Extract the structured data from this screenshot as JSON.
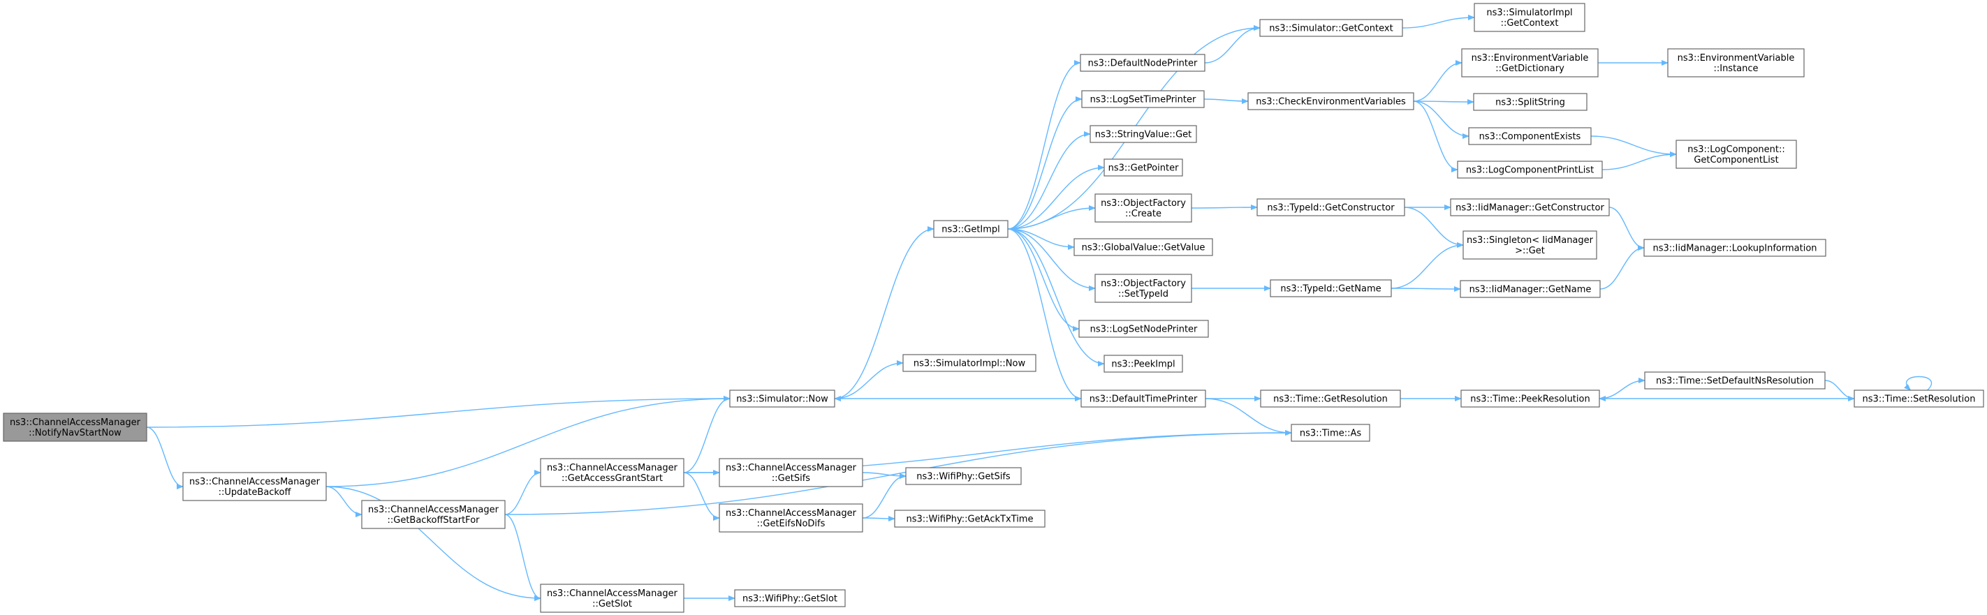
{
  "nodes": [
    {
      "id": "notify",
      "lines": [
        "ns3::ChannelAccessManager",
        "::NotifyNavStartNow"
      ],
      "root": true
    },
    {
      "id": "updBackoff",
      "lines": [
        "ns3::ChannelAccessManager",
        "::UpdateBackoff"
      ]
    },
    {
      "id": "getBackoffStartFor",
      "lines": [
        "ns3::ChannelAccessManager",
        "::GetBackoffStartFor"
      ]
    },
    {
      "id": "getAccessGrantStart",
      "lines": [
        "ns3::ChannelAccessManager",
        "::GetAccessGrantStart"
      ]
    },
    {
      "id": "getSifs",
      "lines": [
        "ns3::ChannelAccessManager",
        "::GetSifs"
      ]
    },
    {
      "id": "getEifsNoDifs",
      "lines": [
        "ns3::ChannelAccessManager",
        "::GetEifsNoDifs"
      ]
    },
    {
      "id": "getSlot",
      "lines": [
        "ns3::ChannelAccessManager",
        "::GetSlot"
      ]
    },
    {
      "id": "simNow",
      "lines": [
        "ns3::Simulator::Now"
      ]
    },
    {
      "id": "simImplNow",
      "lines": [
        "ns3::SimulatorImpl::Now"
      ]
    },
    {
      "id": "getImpl",
      "lines": [
        "ns3::GetImpl"
      ]
    },
    {
      "id": "wifiGetSifs",
      "lines": [
        "ns3::WifiPhy::GetSifs"
      ]
    },
    {
      "id": "wifiGetAckTxTime",
      "lines": [
        "ns3::WifiPhy::GetAckTxTime"
      ]
    },
    {
      "id": "wifiGetSlot",
      "lines": [
        "ns3::WifiPhy::GetSlot"
      ]
    },
    {
      "id": "defNodePrinter",
      "lines": [
        "ns3::DefaultNodePrinter"
      ]
    },
    {
      "id": "logSetTimePrinter",
      "lines": [
        "ns3::LogSetTimePrinter"
      ]
    },
    {
      "id": "stringValueGet",
      "lines": [
        "ns3::StringValue::Get"
      ]
    },
    {
      "id": "getPointer",
      "lines": [
        "ns3::GetPointer"
      ]
    },
    {
      "id": "objFactoryCreate",
      "lines": [
        "ns3::ObjectFactory",
        "::Create"
      ]
    },
    {
      "id": "globalValueGet",
      "lines": [
        "ns3::GlobalValue::GetValue"
      ]
    },
    {
      "id": "objFactorySetTypeId",
      "lines": [
        "ns3::ObjectFactory",
        "::SetTypeId"
      ]
    },
    {
      "id": "logSetNodePrinter",
      "lines": [
        "ns3::LogSetNodePrinter"
      ]
    },
    {
      "id": "peekImpl",
      "lines": [
        "ns3::PeekImpl"
      ]
    },
    {
      "id": "defTimePrinter",
      "lines": [
        "ns3::DefaultTimePrinter"
      ]
    },
    {
      "id": "simGetContext",
      "lines": [
        "ns3::Simulator::GetContext"
      ]
    },
    {
      "id": "checkEnv",
      "lines": [
        "ns3::CheckEnvironmentVariables"
      ]
    },
    {
      "id": "typeIdGetConstructor",
      "lines": [
        "ns3::TypeId::GetConstructor"
      ]
    },
    {
      "id": "typeIdGetName",
      "lines": [
        "ns3::TypeId::GetName"
      ]
    },
    {
      "id": "timeGetResolution",
      "lines": [
        "ns3::Time::GetResolution"
      ]
    },
    {
      "id": "timeAs",
      "lines": [
        "ns3::Time::As"
      ]
    },
    {
      "id": "simImplGetContext",
      "lines": [
        "ns3::SimulatorImpl",
        "::GetContext"
      ]
    },
    {
      "id": "envGetDictionary",
      "lines": [
        "ns3::EnvironmentVariable",
        "::GetDictionary"
      ]
    },
    {
      "id": "splitString",
      "lines": [
        "ns3::SplitString"
      ]
    },
    {
      "id": "componentExists",
      "lines": [
        "ns3::ComponentExists"
      ]
    },
    {
      "id": "logComponentPrintList",
      "lines": [
        "ns3::LogComponentPrintList"
      ]
    },
    {
      "id": "iidGetConstructor",
      "lines": [
        "ns3::IidManager::GetConstructor"
      ]
    },
    {
      "id": "singletonGet",
      "lines": [
        "ns3::Singleton< IidManager",
        ">::Get"
      ]
    },
    {
      "id": "iidGetName",
      "lines": [
        "ns3::IidManager::GetName"
      ]
    },
    {
      "id": "timePeekResolution",
      "lines": [
        "ns3::Time::PeekResolution"
      ]
    },
    {
      "id": "envInstance",
      "lines": [
        "ns3::EnvironmentVariable",
        "::Instance"
      ]
    },
    {
      "id": "logCompGetList",
      "lines": [
        "ns3::LogComponent::",
        "GetComponentList"
      ]
    },
    {
      "id": "iidLookupInfo",
      "lines": [
        "ns3::IidManager::LookupInformation"
      ]
    },
    {
      "id": "timeSetDefaultNsRes",
      "lines": [
        "ns3::Time::SetDefaultNsResolution"
      ]
    },
    {
      "id": "timeSetResolution",
      "lines": [
        "ns3::Time::SetResolution"
      ]
    }
  ],
  "edges": [
    {
      "from": "notify",
      "to": "simNow"
    },
    {
      "from": "notify",
      "to": "updBackoff"
    },
    {
      "from": "updBackoff",
      "to": "simNow"
    },
    {
      "from": "updBackoff",
      "to": "getBackoffStartFor"
    },
    {
      "from": "updBackoff",
      "to": "getSlot"
    },
    {
      "from": "getBackoffStartFor",
      "to": "getAccessGrantStart"
    },
    {
      "from": "getBackoffStartFor",
      "to": "getSlot"
    },
    {
      "from": "getBackoffStartFor",
      "to": "timeAs"
    },
    {
      "from": "getAccessGrantStart",
      "to": "simNow"
    },
    {
      "from": "getAccessGrantStart",
      "to": "getSifs"
    },
    {
      "from": "getAccessGrantStart",
      "to": "getEifsNoDifs"
    },
    {
      "from": "getAccessGrantStart",
      "to": "timeAs"
    },
    {
      "from": "getSifs",
      "to": "wifiGetSifs"
    },
    {
      "from": "getEifsNoDifs",
      "to": "wifiGetSifs"
    },
    {
      "from": "getEifsNoDifs",
      "to": "wifiGetAckTxTime"
    },
    {
      "from": "getSlot",
      "to": "wifiGetSlot"
    },
    {
      "from": "simNow",
      "to": "getImpl"
    },
    {
      "from": "simNow",
      "to": "simImplNow"
    },
    {
      "from": "getImpl",
      "to": "simGetContext"
    },
    {
      "from": "getImpl",
      "to": "defNodePrinter"
    },
    {
      "from": "getImpl",
      "to": "logSetTimePrinter"
    },
    {
      "from": "getImpl",
      "to": "stringValueGet"
    },
    {
      "from": "getImpl",
      "to": "getPointer"
    },
    {
      "from": "getImpl",
      "to": "objFactoryCreate"
    },
    {
      "from": "getImpl",
      "to": "globalValueGet"
    },
    {
      "from": "getImpl",
      "to": "objFactorySetTypeId"
    },
    {
      "from": "getImpl",
      "to": "logSetNodePrinter"
    },
    {
      "from": "getImpl",
      "to": "peekImpl"
    },
    {
      "from": "getImpl",
      "to": "defTimePrinter"
    },
    {
      "from": "defNodePrinter",
      "to": "simGetContext"
    },
    {
      "from": "simGetContext",
      "to": "simImplGetContext"
    },
    {
      "from": "logSetTimePrinter",
      "to": "checkEnv"
    },
    {
      "from": "checkEnv",
      "to": "envGetDictionary"
    },
    {
      "from": "checkEnv",
      "to": "splitString"
    },
    {
      "from": "checkEnv",
      "to": "componentExists"
    },
    {
      "from": "checkEnv",
      "to": "logComponentPrintList"
    },
    {
      "from": "envGetDictionary",
      "to": "envInstance"
    },
    {
      "from": "componentExists",
      "to": "logCompGetList"
    },
    {
      "from": "logComponentPrintList",
      "to": "logCompGetList"
    },
    {
      "from": "objFactoryCreate",
      "to": "typeIdGetConstructor"
    },
    {
      "from": "typeIdGetConstructor",
      "to": "iidGetConstructor"
    },
    {
      "from": "typeIdGetConstructor",
      "to": "singletonGet"
    },
    {
      "from": "iidGetConstructor",
      "to": "iidLookupInfo"
    },
    {
      "from": "objFactorySetTypeId",
      "to": "typeIdGetName"
    },
    {
      "from": "typeIdGetName",
      "to": "singletonGet"
    },
    {
      "from": "typeIdGetName",
      "to": "iidGetName"
    },
    {
      "from": "iidGetName",
      "to": "iidLookupInfo"
    },
    {
      "from": "defTimePrinter",
      "to": "simNow"
    },
    {
      "from": "defTimePrinter",
      "to": "timeGetResolution"
    },
    {
      "from": "defTimePrinter",
      "to": "timeAs"
    },
    {
      "from": "timeGetResolution",
      "to": "timePeekResolution"
    },
    {
      "from": "timePeekResolution",
      "to": "timeSetDefaultNsRes"
    },
    {
      "from": "timeSetDefaultNsRes",
      "to": "timeSetResolution"
    },
    {
      "from": "timeSetResolution",
      "to": "timePeekResolution"
    },
    {
      "from": "timeSetResolution",
      "to": "timeSetResolution"
    }
  ]
}
